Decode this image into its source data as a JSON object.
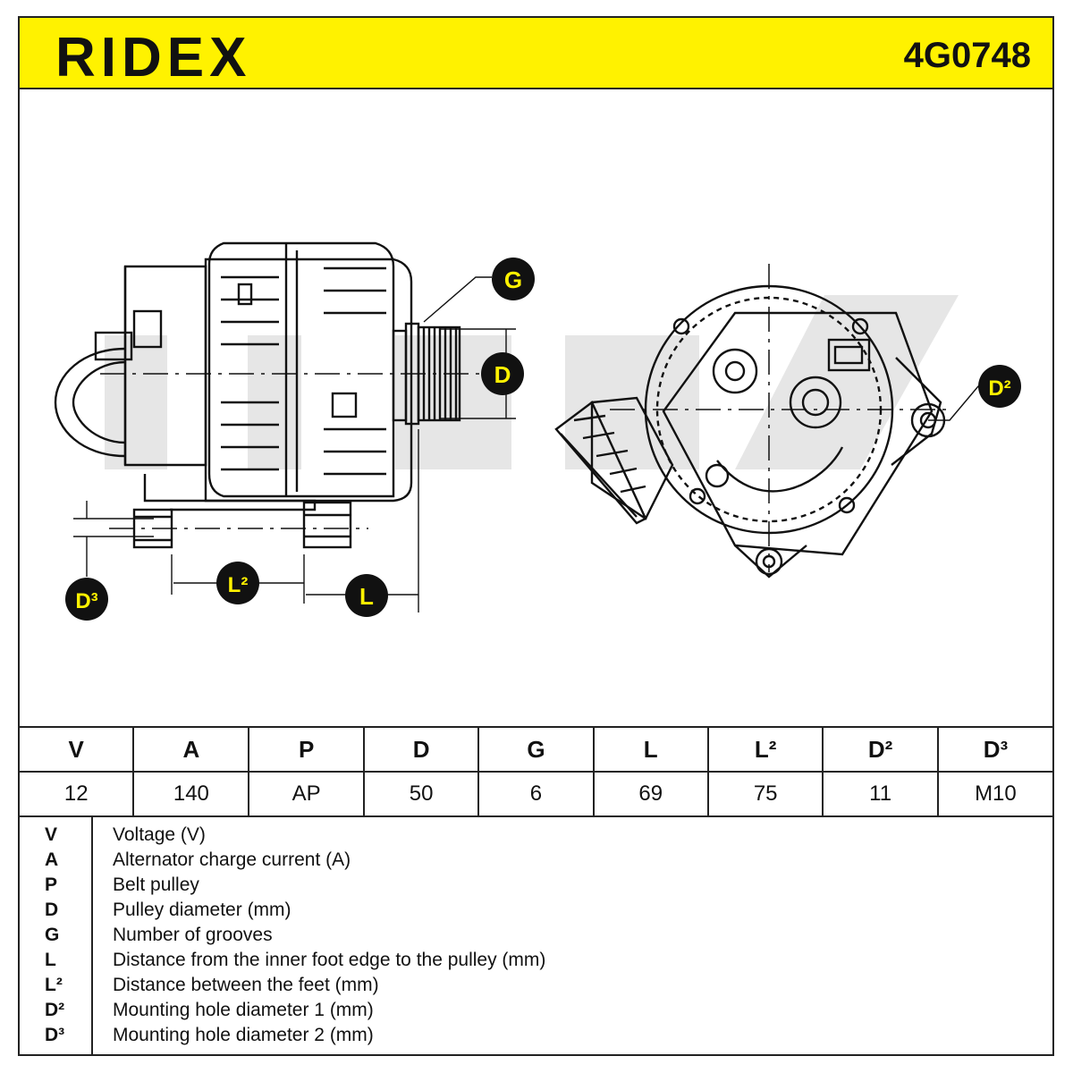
{
  "header": {
    "brand": "RIDEX",
    "part_number": "4G0748",
    "accent_color": "#FFF200"
  },
  "callouts": {
    "G": "G",
    "D": "D",
    "D2": "D²",
    "L2": "L²",
    "L": "L",
    "D3": "D³"
  },
  "spec_table": {
    "headers": [
      "V",
      "A",
      "P",
      "D",
      "G",
      "L",
      "L²",
      "D²",
      "D³"
    ],
    "values": [
      "12",
      "140",
      "AP",
      "50",
      "6",
      "69",
      "75",
      "11",
      "M10"
    ]
  },
  "legend": [
    {
      "key": "V",
      "text": "Voltage (V)"
    },
    {
      "key": "A",
      "text": "Alternator charge current (A)"
    },
    {
      "key": "P",
      "text": "Belt pulley"
    },
    {
      "key": "D",
      "text": "Pulley diameter (mm)"
    },
    {
      "key": "G",
      "text": "Number of grooves"
    },
    {
      "key": "L",
      "text": "Distance from the inner foot edge to the pulley (mm)"
    },
    {
      "key": "L²",
      "text": "Distance between the feet (mm)"
    },
    {
      "key": "D²",
      "text": "Mounting hole diameter 1 (mm)"
    },
    {
      "key": "D³",
      "text": "Mounting hole diameter 2 (mm)"
    }
  ]
}
